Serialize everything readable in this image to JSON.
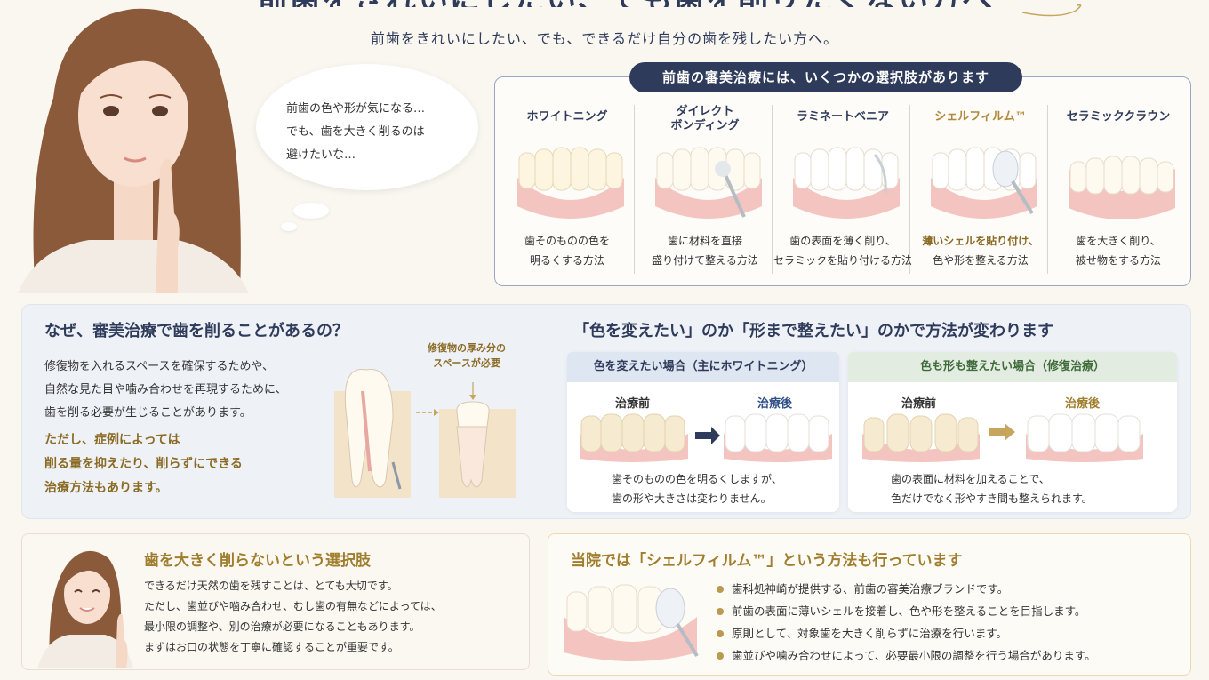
{
  "header": {
    "title": "前歯をきれいにしたい、でも歯を削りたくない方へ",
    "subtitle": "前歯をきれいにしたい、でも、できるだけ自分の歯を残したい方へ。"
  },
  "thought_bubble": {
    "lines": [
      "前歯の色や形が気になる…",
      "でも、歯を大きく削るのは",
      "避けたいな…"
    ]
  },
  "options": {
    "heading": "前歯の審美治療には、いくつかの選択肢があります",
    "items": [
      {
        "title_lines": [
          "ホワイトニング"
        ],
        "desc_lines": [
          "歯そのものの色を",
          "明るくする方法"
        ]
      },
      {
        "title_lines": [
          "ダイレクト",
          "ボンディング"
        ],
        "desc_lines": [
          "歯に材料を直接",
          "盛り付けて整える方法"
        ]
      },
      {
        "title_lines": [
          "ラミネートベニア"
        ],
        "desc_lines": [
          "歯の表面を薄く削り、",
          "セラミックを貼り付ける方法"
        ]
      },
      {
        "title_lines": [
          "シェルフィルム™"
        ],
        "desc_lines": [
          "薄いシェルを貼り付け、",
          "色や形を整える方法"
        ]
      },
      {
        "title_lines": [
          "セラミッククラウン"
        ],
        "desc_lines": [
          "歯を大きく削り、",
          "被せ物をする方法"
        ]
      }
    ]
  },
  "why": {
    "title": "なぜ、審美治療で歯を削ることがあるの？",
    "body_lines": [
      "修復物を入れるスペースを確保するためや、",
      "自然な見た目や噛み合わせを再現するために、",
      "歯を削る必要が生じることがあります。"
    ],
    "highlight_lines": [
      "ただし、症例によっては",
      "削る量を抑えたり、削らずにできる",
      "治療方法もあります。"
    ],
    "space_note_lines": [
      "修復物の厚み分の",
      "スペースが必要"
    ]
  },
  "methods": {
    "title": "「色を変えたい」のか「形まで整えたい」のかで方法が変わります",
    "color_case": {
      "header": "色を変えたい場合（主にホワイトニング）",
      "before": "治療前",
      "after": "治療後",
      "desc_lines": [
        "歯そのものの色を明るくしますが、",
        "歯の形や大きさは変わりません。"
      ]
    },
    "shape_case": {
      "header": "色も形も整えたい場合（修復治療）",
      "before": "治療前",
      "after": "治療後",
      "desc_lines": [
        "歯の表面に材料を加えることで、",
        "色だけでなく形やすき間も整えられます。"
      ]
    }
  },
  "no_cut": {
    "title": "歯を大きく削らないという選択肢",
    "body_lines": [
      "できるだけ天然の歯を残すことは、とても大切です。",
      "ただし、歯並びや噛み合わせ、むし歯の有無などによっては、",
      "最小限の調整や、別の治療が必要になることもあります。",
      "まずはお口の状態を丁寧に確認することが重要です。"
    ]
  },
  "shellfilm": {
    "title": "当院では「シェルフィルム™」という方法も行っています",
    "bullets": [
      "歯科処神崎が提供する、前歯の審美治療ブランドです。",
      "前歯の表面に薄いシェルを接着し、色や形を整えることを目指します。",
      "原則として、対象歯を大きく削らずに治療を行います。",
      "歯並びや噛み合わせによって、必要最小限の調整を行う場合があります。"
    ]
  },
  "colors": {
    "navy": "#2f3b5a",
    "gold": "#a07e2e",
    "gum": "#f3c4c0",
    "tooth": "#fffaf0"
  }
}
